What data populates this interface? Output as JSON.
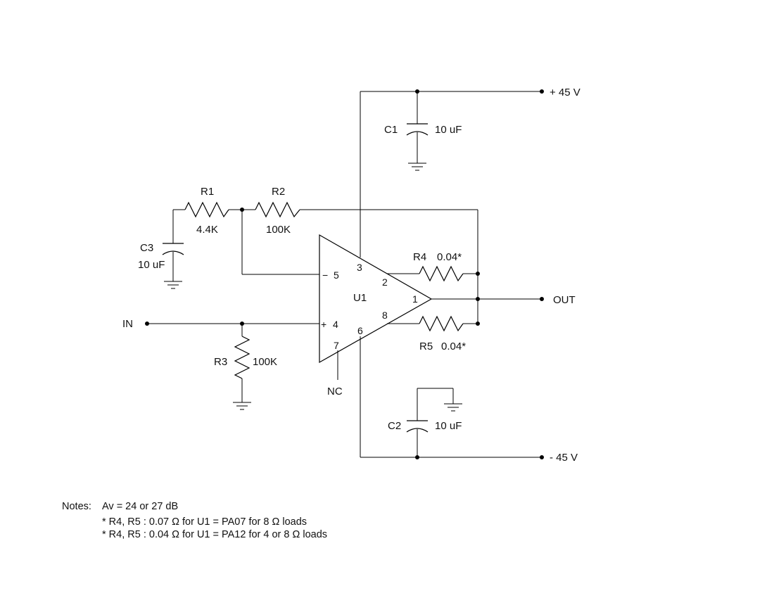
{
  "supply": {
    "positive": "+ 45 V",
    "negative": "- 45 V"
  },
  "ports": {
    "input": "IN",
    "output": "OUT",
    "no_connect": "NC"
  },
  "opamp": {
    "ref": "U1",
    "pins": {
      "p1": "1",
      "p2": "2",
      "p3": "3",
      "p4": "4",
      "p5": "5",
      "p6": "6",
      "p7": "7",
      "p8": "8"
    },
    "inverting_symbol": "−",
    "noninverting_symbol": "+"
  },
  "components": {
    "R1": {
      "ref": "R1",
      "value": "4.4K"
    },
    "R2": {
      "ref": "R2",
      "value": "100K"
    },
    "R3": {
      "ref": "R3",
      "value": "100K"
    },
    "R4": {
      "ref": "R4",
      "value": "0.04*"
    },
    "R5": {
      "ref": "R5",
      "value": "0.04*"
    },
    "C1": {
      "ref": "C1",
      "value": "10 uF"
    },
    "C2": {
      "ref": "C2",
      "value": "10 uF"
    },
    "C3": {
      "ref": "C3",
      "value": "10 uF"
    }
  },
  "notes": {
    "heading": "Notes:",
    "line1": "Av = 24 or 27 dB",
    "line2": "* R4, R5 : 0.07 Ω for U1 = PA07 for 8 Ω loads",
    "line3": "* R4, R5 : 0.04 Ω for U1 = PA12 for 4 or 8 Ω loads"
  },
  "colors": {
    "ink": "#000000",
    "background": "#ffffff"
  }
}
